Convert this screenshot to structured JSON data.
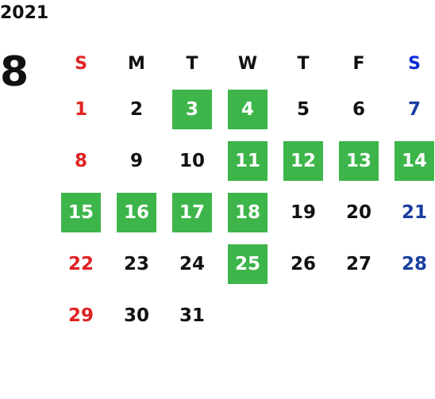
{
  "year": "2021",
  "month": "8",
  "weekdays": [
    "S",
    "M",
    "T",
    "W",
    "T",
    "F",
    "S"
  ],
  "days": [
    {
      "label": "1",
      "kind": "sun",
      "highlight": false
    },
    {
      "label": "2",
      "kind": "normal",
      "highlight": false
    },
    {
      "label": "3",
      "kind": "normal",
      "highlight": true
    },
    {
      "label": "4",
      "kind": "normal",
      "highlight": true
    },
    {
      "label": "5",
      "kind": "normal",
      "highlight": false
    },
    {
      "label": "6",
      "kind": "normal",
      "highlight": false
    },
    {
      "label": "7",
      "kind": "sat",
      "highlight": false
    },
    {
      "label": "8",
      "kind": "sun",
      "highlight": false
    },
    {
      "label": "9",
      "kind": "normal",
      "highlight": false
    },
    {
      "label": "10",
      "kind": "normal",
      "highlight": false
    },
    {
      "label": "11",
      "kind": "normal",
      "highlight": true
    },
    {
      "label": "12",
      "kind": "normal",
      "highlight": true
    },
    {
      "label": "13",
      "kind": "normal",
      "highlight": true
    },
    {
      "label": "14",
      "kind": "sat",
      "highlight": true
    },
    {
      "label": "15",
      "kind": "sun",
      "highlight": true
    },
    {
      "label": "16",
      "kind": "normal",
      "highlight": true
    },
    {
      "label": "17",
      "kind": "normal",
      "highlight": true
    },
    {
      "label": "18",
      "kind": "normal",
      "highlight": true
    },
    {
      "label": "19",
      "kind": "normal",
      "highlight": false
    },
    {
      "label": "20",
      "kind": "normal",
      "highlight": false
    },
    {
      "label": "21",
      "kind": "sat",
      "highlight": false
    },
    {
      "label": "22",
      "kind": "sun",
      "highlight": false
    },
    {
      "label": "23",
      "kind": "normal",
      "highlight": false
    },
    {
      "label": "24",
      "kind": "normal",
      "highlight": false
    },
    {
      "label": "25",
      "kind": "normal",
      "highlight": true
    },
    {
      "label": "26",
      "kind": "normal",
      "highlight": false
    },
    {
      "label": "27",
      "kind": "normal",
      "highlight": false
    },
    {
      "label": "28",
      "kind": "sat",
      "highlight": false
    },
    {
      "label": "29",
      "kind": "sun",
      "highlight": false
    },
    {
      "label": "30",
      "kind": "normal",
      "highlight": false
    },
    {
      "label": "31",
      "kind": "normal",
      "highlight": false
    }
  ],
  "colors": {
    "highlight": "#3db54a",
    "sunday": "#e02222",
    "saturday": "#1a3fa0",
    "text": "#111111"
  }
}
